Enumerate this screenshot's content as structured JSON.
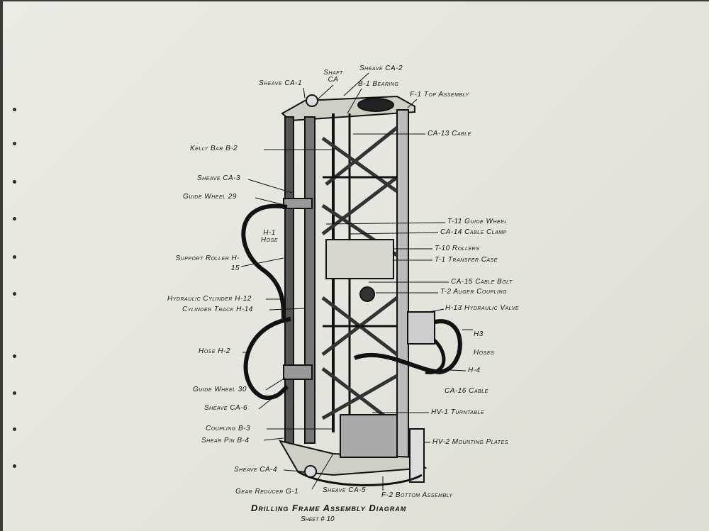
{
  "title": "Drilling Frame Assembly Diagram",
  "sheet": "Sheet # 10",
  "labels": {
    "sheave_ca1": "Sheave CA-1",
    "shaft_ca": "Shaft CA",
    "sheave_ca2": "Sheave CA-2",
    "b1": "B-1 Bearing",
    "f1": "F-1 Top Assembly",
    "ca13": "CA-13 Cable",
    "b2": "Kelly Bar B-2",
    "ca3": "Sheave CA-3",
    "gw29": "Guide Wheel 29",
    "h1": "H-1 Hose",
    "h15": "Support Roller H-15",
    "h12": "Hydraulic Cylinder H-12",
    "h14": "Cylinder Track H-14",
    "h2": "Hose H-2",
    "gw30": "Guide Wheel 30",
    "ca6": "Sheave CA-6",
    "b3": "Coupling B-3",
    "b4": "Shear Pin B-4",
    "ca4": "Sheave CA-4",
    "g1": "Gear Reducer G-1",
    "ca5": "Sheave CA-5",
    "f2": "F-2 Bottom Assembly",
    "t11": "T-11 Guide Wheel",
    "ca14": "CA-14 Cable Clamp",
    "t10": "T-10 Rollers",
    "t1": "T-1 Transfer Case",
    "ca15": "CA-15 Cable Bolt",
    "t2": "T-2 Auger Coupling",
    "h13": "H-13 Hydraulic Valve",
    "h3": "H3 Hoses",
    "h4": "H-4",
    "ca16": "CA-16 Cable",
    "hv1": "HV-1 Turntable",
    "hv2": "HV-2 Mounting Plates"
  }
}
